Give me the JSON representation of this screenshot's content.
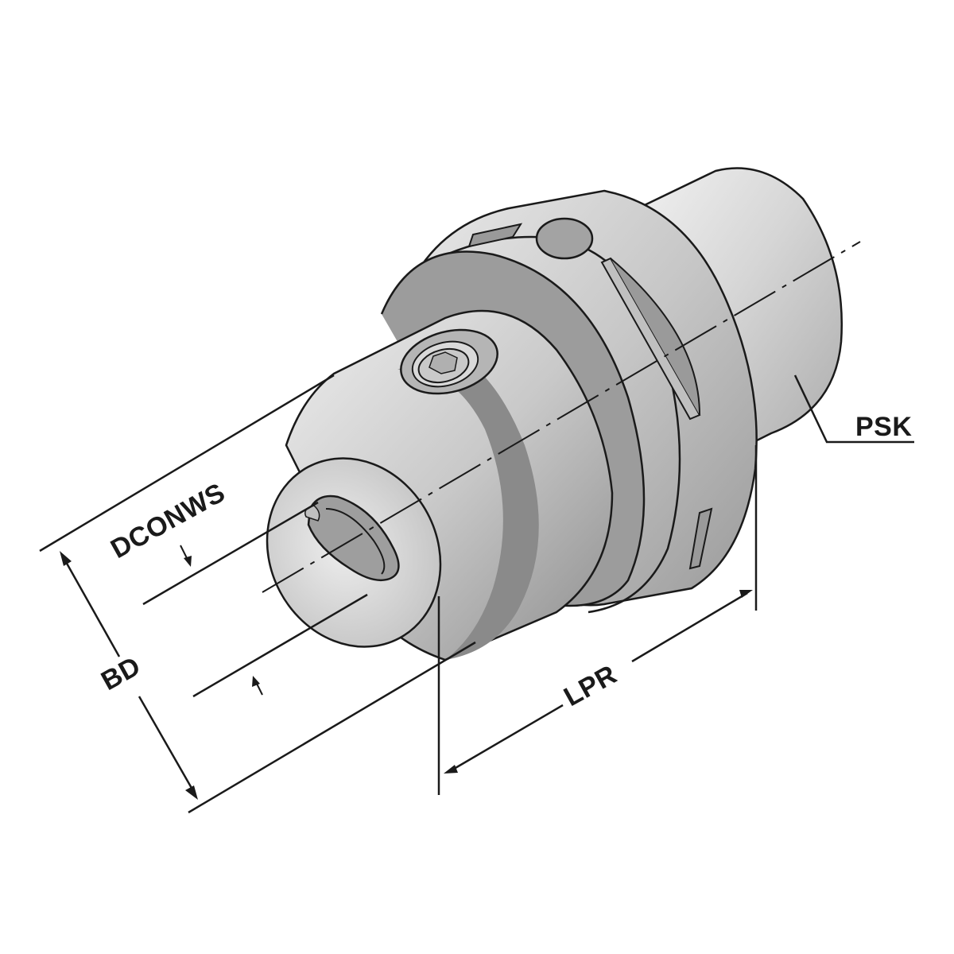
{
  "diagram": {
    "subject": "PSK shank tool holder (collet chuck) isometric view",
    "colors": {
      "background": "#ffffff",
      "line": "#1a1a1a",
      "metal_light": "#e6e6e6",
      "metal_mid": "#bdbdbd",
      "metal_dark": "#8f8f8f"
    },
    "labels": {
      "dconws": "DCONWS",
      "bd": "BD",
      "lpr": "LPR",
      "psk": "PSK"
    }
  }
}
